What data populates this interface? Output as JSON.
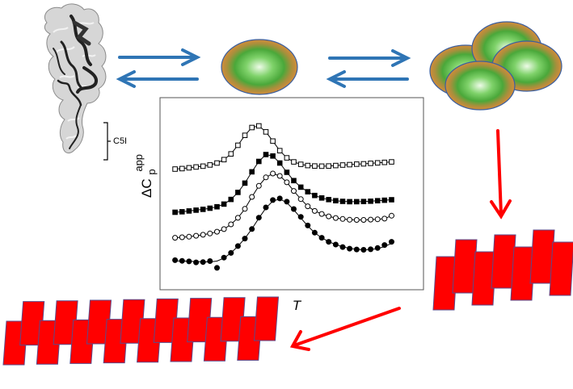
{
  "protein": {
    "region_label": "C5I"
  },
  "chart_data": {
    "type": "scatter",
    "title": "",
    "xlabel": "T",
    "ylabel_main": "ΔC",
    "ylabel_sub": "p",
    "ylabel_sup": "app",
    "x_ticks": [],
    "y_ticks": [],
    "grid": false,
    "legend": "none",
    "xlim": [
      0,
      100
    ],
    "ylim": [
      0,
      100
    ],
    "series": [
      {
        "marker": "open-square",
        "x": [
          3,
          6,
          9,
          12,
          15,
          18,
          21,
          24,
          27,
          30,
          33,
          36,
          39,
          42,
          45,
          48,
          51,
          54,
          57,
          60,
          63,
          66,
          69,
          72,
          75,
          78,
          81,
          84,
          87,
          90,
          93,
          96
        ],
        "y": [
          75,
          75.3,
          75.8,
          76.3,
          76.8,
          77.6,
          78.8,
          80.9,
          84.5,
          89.9,
          96.1,
          101,
          102,
          98.3,
          92.5,
          86.5,
          82,
          79.5,
          78,
          77.2,
          76.9,
          76.8,
          76.9,
          77.2,
          77.5,
          77.8,
          78.1,
          78.3,
          78.6,
          78.9,
          79.2,
          79.5
        ]
      },
      {
        "marker": "filled-square",
        "x": [
          3,
          6,
          9,
          12,
          15,
          18,
          21,
          24,
          27,
          30,
          33,
          36,
          39,
          42,
          45,
          48,
          51,
          54,
          57,
          60,
          63,
          66,
          69,
          72,
          75,
          78,
          81,
          84,
          87,
          90,
          93,
          96
        ],
        "y": [
          48,
          48.3,
          48.8,
          49.3,
          49.8,
          50.5,
          51.4,
          53.1,
          56,
          60.4,
          66.2,
          73.3,
          79.8,
          84.1,
          83.2,
          78.8,
          73,
          67.8,
          63.7,
          60.8,
          58.5,
          56.9,
          55.9,
          55.2,
          54.8,
          54.6,
          54.6,
          54.7,
          54.9,
          55.2,
          55.5,
          55.8
        ]
      },
      {
        "marker": "open-circle",
        "x": [
          3,
          6,
          9,
          12,
          15,
          18,
          21,
          24,
          27,
          30,
          33,
          36,
          39,
          42,
          45,
          48,
          51,
          54,
          57,
          60,
          63,
          66,
          69,
          72,
          75,
          78,
          81,
          84,
          87,
          90,
          93,
          96
        ],
        "y": [
          32,
          32.3,
          32.7,
          33.3,
          33.9,
          34.7,
          35.8,
          37.4,
          40.4,
          44.5,
          50.1,
          57.6,
          64.5,
          69.8,
          72.2,
          70.7,
          66.7,
          61.3,
          56.2,
          51.7,
          48.8,
          46.9,
          45.4,
          44.4,
          43.8,
          43.3,
          43.2,
          43.2,
          43.4,
          43.6,
          44,
          45.8
        ]
      },
      {
        "marker": "filled-circle",
        "x": [
          3,
          6,
          9,
          12,
          15,
          18,
          21,
          24,
          27,
          30,
          33,
          36,
          39,
          42,
          45,
          48,
          51,
          54,
          57,
          60,
          63,
          66,
          69,
          72,
          75,
          78,
          81,
          84,
          87,
          90,
          93,
          96
        ],
        "y": [
          18,
          17.6,
          17.2,
          16.6,
          16.8,
          17.4,
          13.2,
          19.6,
          22.5,
          26.8,
          31.5,
          37.5,
          44.6,
          51,
          55.6,
          56.6,
          54.6,
          50,
          45.1,
          39.7,
          35.2,
          32,
          29.5,
          27.8,
          26.2,
          25.2,
          24.7,
          24.5,
          24.8,
          25.6,
          27.5,
          29.5
        ]
      }
    ],
    "fits": [
      {
        "x": [
          3,
          6,
          9,
          12,
          15,
          18,
          21,
          24,
          27,
          30,
          33,
          36,
          39,
          42,
          45,
          48,
          51,
          54,
          57,
          60,
          63,
          66,
          69,
          72,
          75,
          78,
          81,
          84,
          87,
          90,
          93,
          96
        ],
        "y": [
          75,
          75.3,
          75.8,
          76.3,
          76.8,
          77.6,
          78.8,
          80.9,
          84.5,
          89.9,
          96.1,
          101,
          102,
          98.3,
          92.5,
          86.5,
          82,
          79.5,
          78,
          77.2,
          76.9,
          76.8,
          76.9,
          77.2,
          77.5,
          77.8,
          78.1,
          78.3,
          78.6,
          78.9,
          79.2,
          79.5
        ]
      },
      {
        "x": [
          3,
          6,
          9,
          12,
          15,
          18,
          21,
          24,
          27,
          30,
          33,
          36,
          39,
          42,
          45,
          48,
          51,
          54,
          57,
          60,
          63,
          66,
          69,
          72,
          75,
          78,
          81,
          84,
          87,
          90,
          93,
          96
        ],
        "y": [
          48,
          48.3,
          48.8,
          49.3,
          49.8,
          50.5,
          51.4,
          53.1,
          56,
          60.4,
          66.2,
          73.3,
          79.8,
          84.1,
          83.2,
          78.8,
          73,
          67.8,
          63.7,
          60.8,
          58.5,
          56.9,
          55.9,
          55.2,
          54.8,
          54.6,
          54.6,
          54.7,
          54.9,
          55.2,
          55.5,
          55.8
        ]
      },
      {
        "x": [
          3,
          6,
          9,
          12,
          15,
          18,
          21,
          24,
          27,
          30,
          33,
          36,
          39,
          42,
          45,
          48,
          51,
          54,
          57,
          60,
          63,
          66,
          69,
          72,
          75,
          78,
          81,
          84,
          87,
          90,
          93,
          96
        ],
        "y": [
          32,
          32.3,
          32.7,
          33.3,
          33.9,
          34.7,
          35.8,
          37.4,
          40.4,
          44.5,
          50.1,
          57.6,
          64.5,
          69.8,
          72.2,
          70.7,
          66.7,
          61.3,
          56.2,
          51.7,
          48.8,
          46.9,
          45.4,
          44.4,
          43.8,
          43.3,
          43.2,
          43.2,
          43.4,
          43.6,
          44,
          45.8
        ]
      },
      {
        "x": [
          3,
          6,
          9,
          12,
          15,
          18,
          21,
          24,
          27,
          30,
          33,
          36,
          39,
          42,
          45,
          48,
          51,
          54,
          57,
          60,
          63,
          66,
          69,
          72,
          75,
          78,
          81,
          84,
          87,
          90,
          93,
          96
        ],
        "y": [
          17.5,
          17.5,
          17.3,
          17.1,
          16.9,
          16.9,
          17.4,
          19.3,
          22.5,
          26.7,
          31.6,
          37.6,
          44.3,
          50.6,
          55,
          56.3,
          54,
          49.5,
          44.4,
          39.4,
          35.1,
          32,
          29.6,
          27.8,
          26.4,
          25.4,
          24.8,
          24.5,
          24.6,
          25.2,
          26.5,
          28.5
        ]
      }
    ]
  },
  "colors": {
    "arrow_blue": "#2f75b5",
    "arrow_red": "#ff0000",
    "fibril_fill": "#ff0000",
    "fibril_edge": "#5a4a8a",
    "oligomer_rim": "#d08a3a",
    "oligomer_core": "#e8f8e0",
    "oligomer_mid": "#4caf3a",
    "oligomer_edge": "#3a5fa0"
  }
}
